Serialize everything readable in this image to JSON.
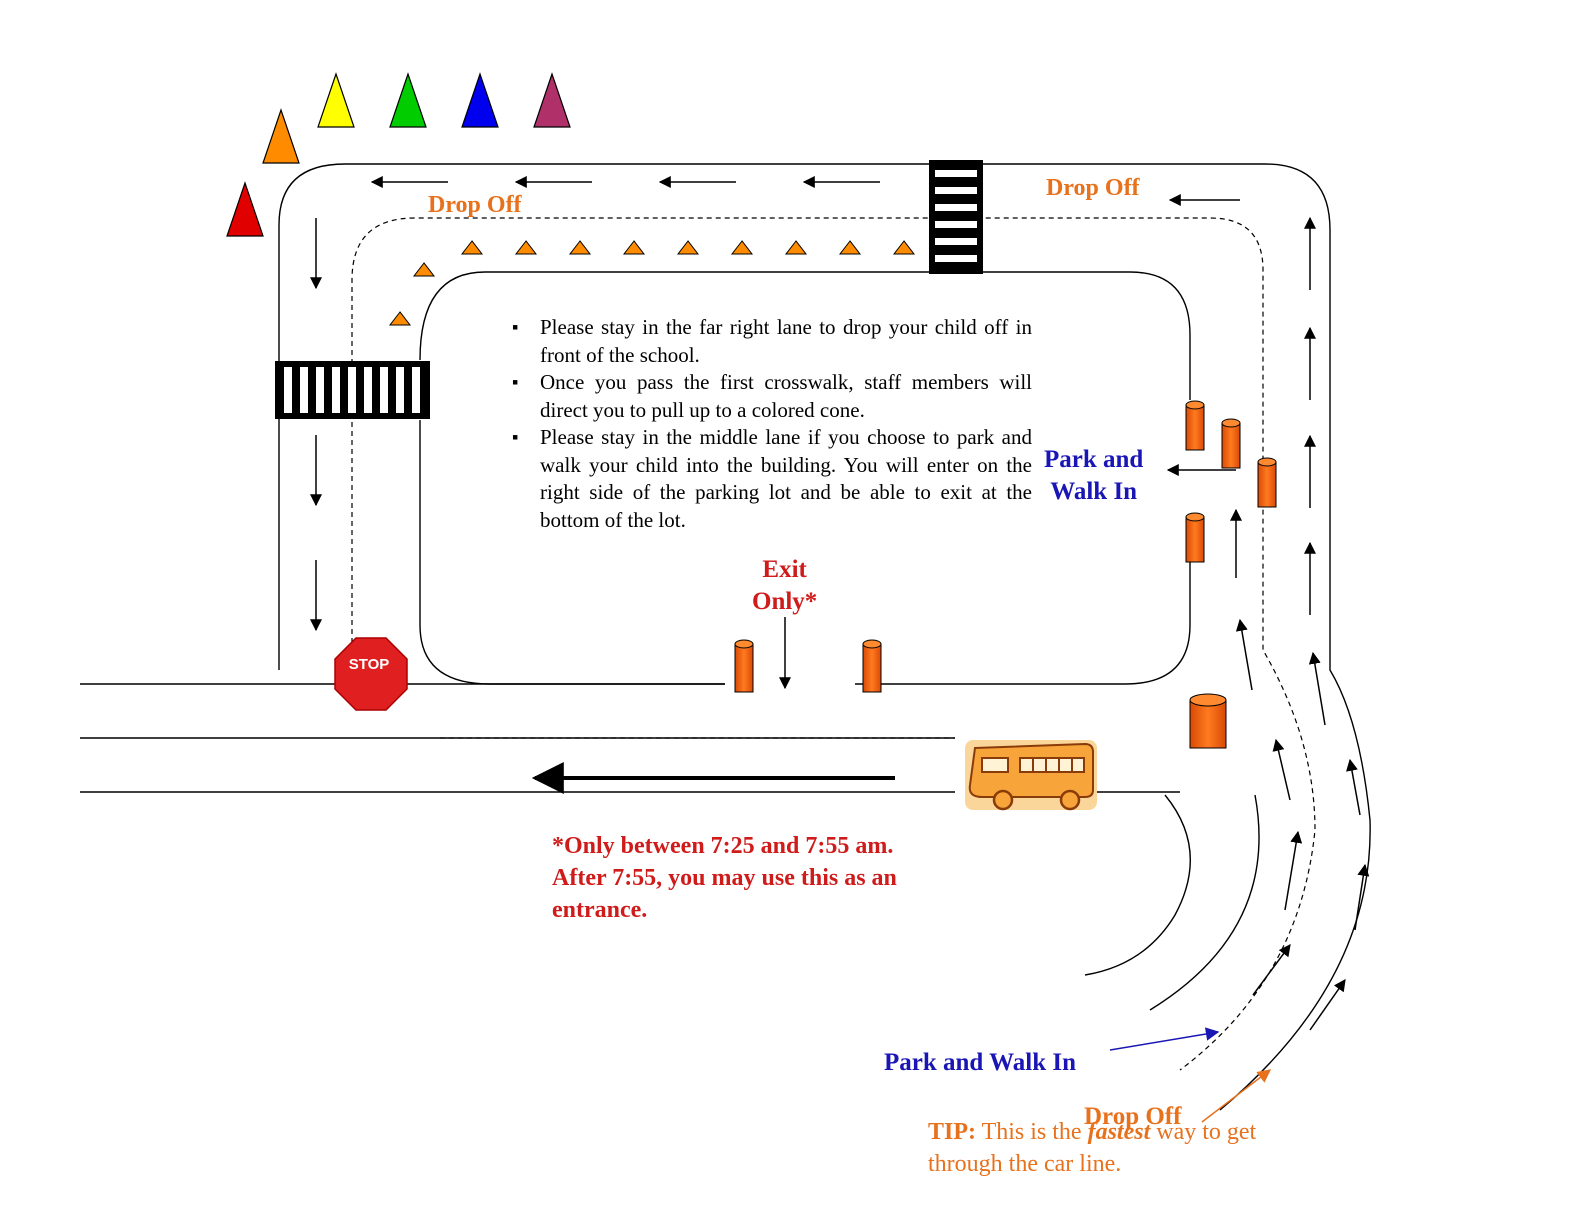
{
  "labels": {
    "drop_off_top_left": "Drop Off",
    "drop_off_top_right": "Drop Off",
    "park_walk_right": "Park and\nWalk In",
    "exit_only": "Exit\nOnly*",
    "footnote": "*Only between 7:25 and 7:55 am.\nAfter 7:55, you may use this as an\nentrance.",
    "park_walk_bottom": "Park and Walk In",
    "drop_off_bottom": "Drop Off",
    "stop_sign": "STOP"
  },
  "instructions": [
    "Please stay in the far right lane to drop your child off in front of the school.",
    "Once you pass the first crosswalk, staff members will direct you to pull up to a colored cone.",
    "Please stay in the middle lane if you choose to park and walk your child into the building.  You will enter on the right side of the parking lot and be able to exit at the bottom of the lot."
  ],
  "tip": {
    "label": "TIP:",
    "text_before": "This is the",
    "emphasis": "fastest",
    "text_after": "way to get through the car line."
  },
  "colors": {
    "orange_label": "#e8711c",
    "blue_label": "#1a16b5",
    "red_label": "#d01b1b",
    "cone": "#ff8c00",
    "barrel": "#f05a0a",
    "stop_sign": "#e02020",
    "bus": "#f7a43a"
  },
  "colored_cones": [
    "red",
    "orange",
    "yellow",
    "green",
    "blue",
    "purple"
  ]
}
